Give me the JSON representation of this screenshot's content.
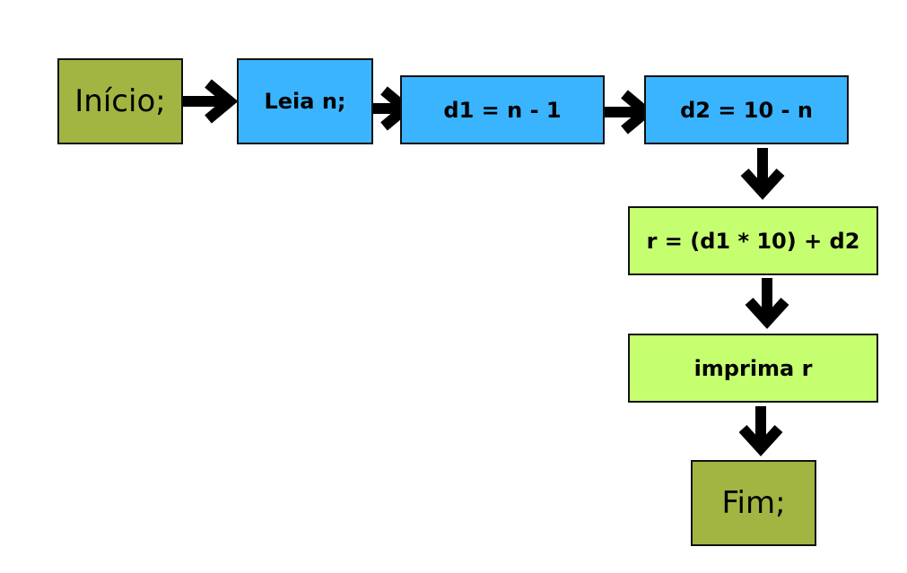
{
  "colors": {
    "terminal_fill": "#a2b542",
    "input_fill": "#3bb4ff",
    "output_fill": "#c5ff6f",
    "arrow": "#000000"
  },
  "nodes": {
    "inicio": "Início;",
    "leia": "Leia n;",
    "d1": "d1 = n - 1",
    "d2": "d2 = 10 - n",
    "r": "r = (d1 * 10) + d2",
    "imprima": "imprima r",
    "fim": "Fim;"
  }
}
